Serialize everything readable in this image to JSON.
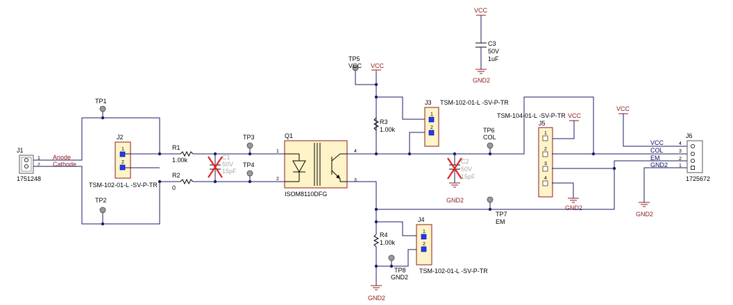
{
  "labels": {
    "j1": "J1",
    "j1_part": "1751248",
    "j1_pin1": "1",
    "j1_pin2": "2",
    "net_anode": "Anode",
    "net_cathode": "Cathode",
    "j2": "J2",
    "j2_part": "TSM-102-01-L  -SV-P-TR",
    "j2_pin1": "1",
    "j2_pin2": "2",
    "tp1": "TP1",
    "tp2": "TP2",
    "r1": "R1",
    "r1_val": "1.00k",
    "r2": "R2",
    "r2_val": "0",
    "c1": "C1",
    "c1_v": "50V",
    "c1_c": "15pF",
    "tp3": "TP3",
    "tp4": "TP4",
    "q1": "Q1",
    "q1_part": "ISOM8110DFG",
    "q1_pin1": "1",
    "q1_pin2": "2",
    "q1_pin3": "3",
    "q1_pin4": "4",
    "tp5": "TP5",
    "tp5_net": "VCC",
    "vcc_r3": "VCC",
    "r3": "R3",
    "r3_val": "1.00k",
    "j3": "J3",
    "j3_part": "TSM-102-01-L  -SV-P-TR",
    "j3_pin1": "1",
    "j3_pin2": "2",
    "tp6": "TP6",
    "tp6_net": "COL",
    "c2": "C2",
    "c2_v": "50V",
    "c2_c": "15pF",
    "gnd2_c2": "GND2",
    "vcc_c3": "VCC",
    "c3": "C3",
    "c3_v": "50V",
    "c3_c": "1uF",
    "gnd2_c3": "GND2",
    "j5_part": "TSM-104-01-L  -SV-P-TR",
    "j5": "J5",
    "vcc_j5": "VCC",
    "j5_pin1": "1",
    "j5_pin2": "2",
    "j5_pin3": "3",
    "j5_pin4": "4",
    "gnd2_j5": "GND2",
    "vcc_j6": "VCC",
    "j6": "J6",
    "j6_part": "1725672",
    "j6_vcc": "VCC",
    "j6_col": "COL",
    "j6_em": "EM",
    "j6_gnd2": "GND2",
    "j6_pin4": "4",
    "j6_pin3": "3",
    "j6_pin2": "2",
    "j6_pin1": "1",
    "gnd2_j6": "GND2",
    "tp7": "TP7",
    "tp7_net": "EM",
    "r4": "R4",
    "r4_val": "1.00k",
    "j4": "J4",
    "j4_part": "TSM-102-01-L  -SV-P-TR",
    "j4_pin1": "1",
    "j4_pin2": "2",
    "tp8": "TP8",
    "tp8_net": "GND2",
    "gnd2_r4": "GND2"
  },
  "colors": {
    "wire": "#1a1a66",
    "power": "#8b1a1a",
    "dnp_cross": "#e02020",
    "chip_fill": "#fff4c8",
    "pad_blue": "#1e3cff"
  }
}
